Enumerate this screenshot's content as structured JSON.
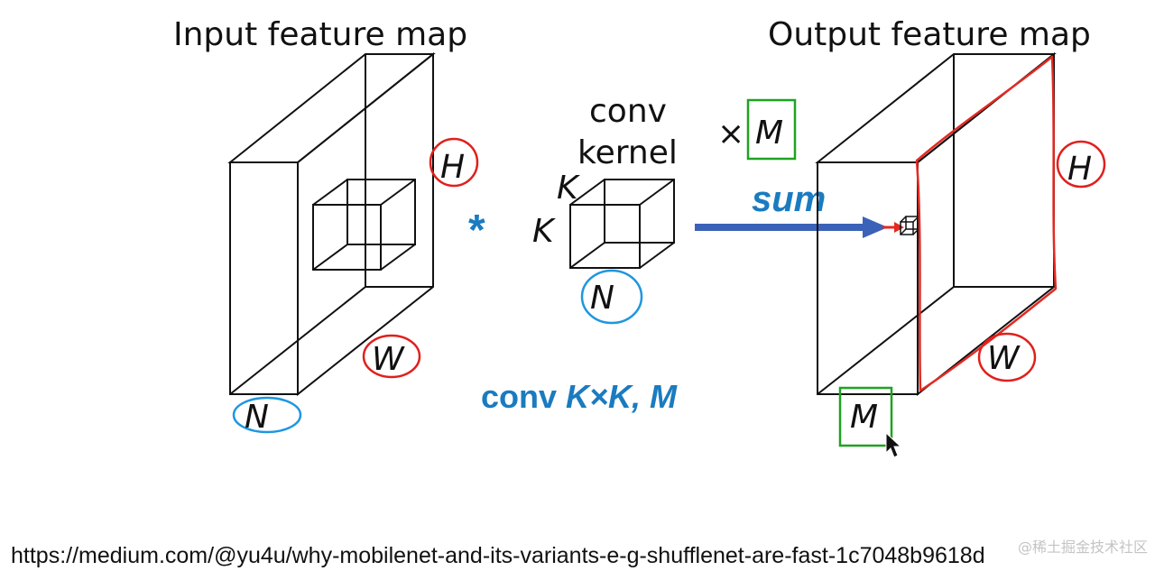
{
  "input_map": {
    "title": "Input feature map",
    "h": "H",
    "w": "W",
    "n": "N"
  },
  "operator": "*",
  "kernel": {
    "line1": "conv",
    "line2": "kernel",
    "k_top": "K",
    "k_side": "K",
    "n": "N"
  },
  "multiplier": {
    "times": "×",
    "m": "M"
  },
  "arrow_label": "sum",
  "conv_caption": {
    "prefix": "conv ",
    "italic": "K×K, M"
  },
  "output_map": {
    "title": "Output feature map",
    "h": "H",
    "w": "W",
    "m": "M"
  },
  "source_url": "https://medium.com/@yu4u/why-mobilenet-and-its-variants-e-g-shufflenet-are-fast-1c7048b9618d",
  "watermark": "@稀土掘金技术社区",
  "colors": {
    "red_annotation": "#e0201c",
    "blue_annotation": "#1e96e0",
    "green_box": "#1ea321",
    "accent_blue": "#1a7bc0",
    "arrow": "#3a62b8"
  }
}
